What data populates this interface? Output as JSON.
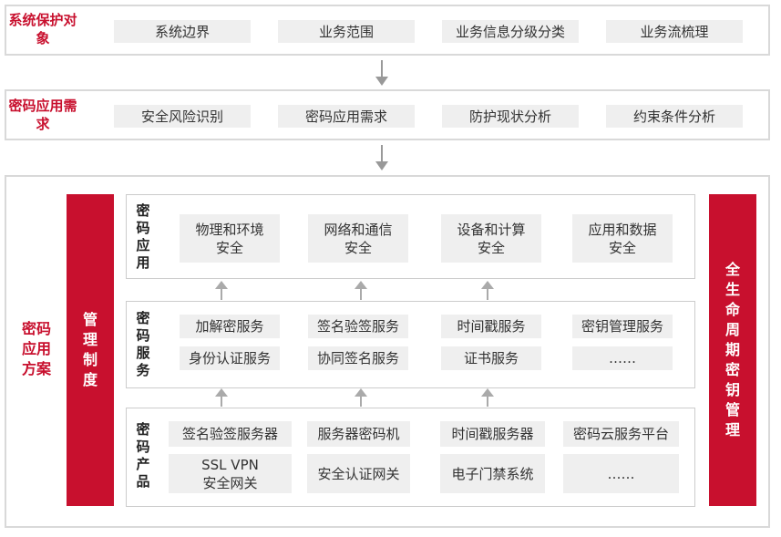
{
  "row1": {
    "label": "系统保护对象",
    "items": [
      "系统边界",
      "业务范围",
      "业务信息分级分类",
      "业务流梳理"
    ]
  },
  "row2": {
    "label": "密码应用需求",
    "items": [
      "安全风险识别",
      "密码应用需求",
      "防护现状分析",
      "约束条件分析"
    ]
  },
  "solution": {
    "label": "密码应用方案",
    "left_bar": "管理制度",
    "right_bar": "全生命周期密钥管理",
    "application": {
      "label": "密码应用",
      "items": [
        "物理和环境\n安全",
        "网络和通信\n安全",
        "设备和计算\n安全",
        "应用和数据\n安全"
      ]
    },
    "service": {
      "label": "密码服务",
      "items": [
        "加解密服务",
        "签名验签服务",
        "时间戳服务",
        "密钥管理服务",
        "身份认证服务",
        "协同签名服务",
        "证书服务",
        "……"
      ]
    },
    "product": {
      "label": "密码产品",
      "items": [
        "签名验签服务器",
        "服务器密码机",
        "时间戳服务器",
        "密码云服务平台",
        "SSL VPN\n安全网关",
        "安全认证网关",
        "电子门禁系统",
        "……"
      ]
    }
  },
  "colors": {
    "accent": "#c8102e",
    "cell": "#efefef",
    "border": "#d9d9d9"
  }
}
